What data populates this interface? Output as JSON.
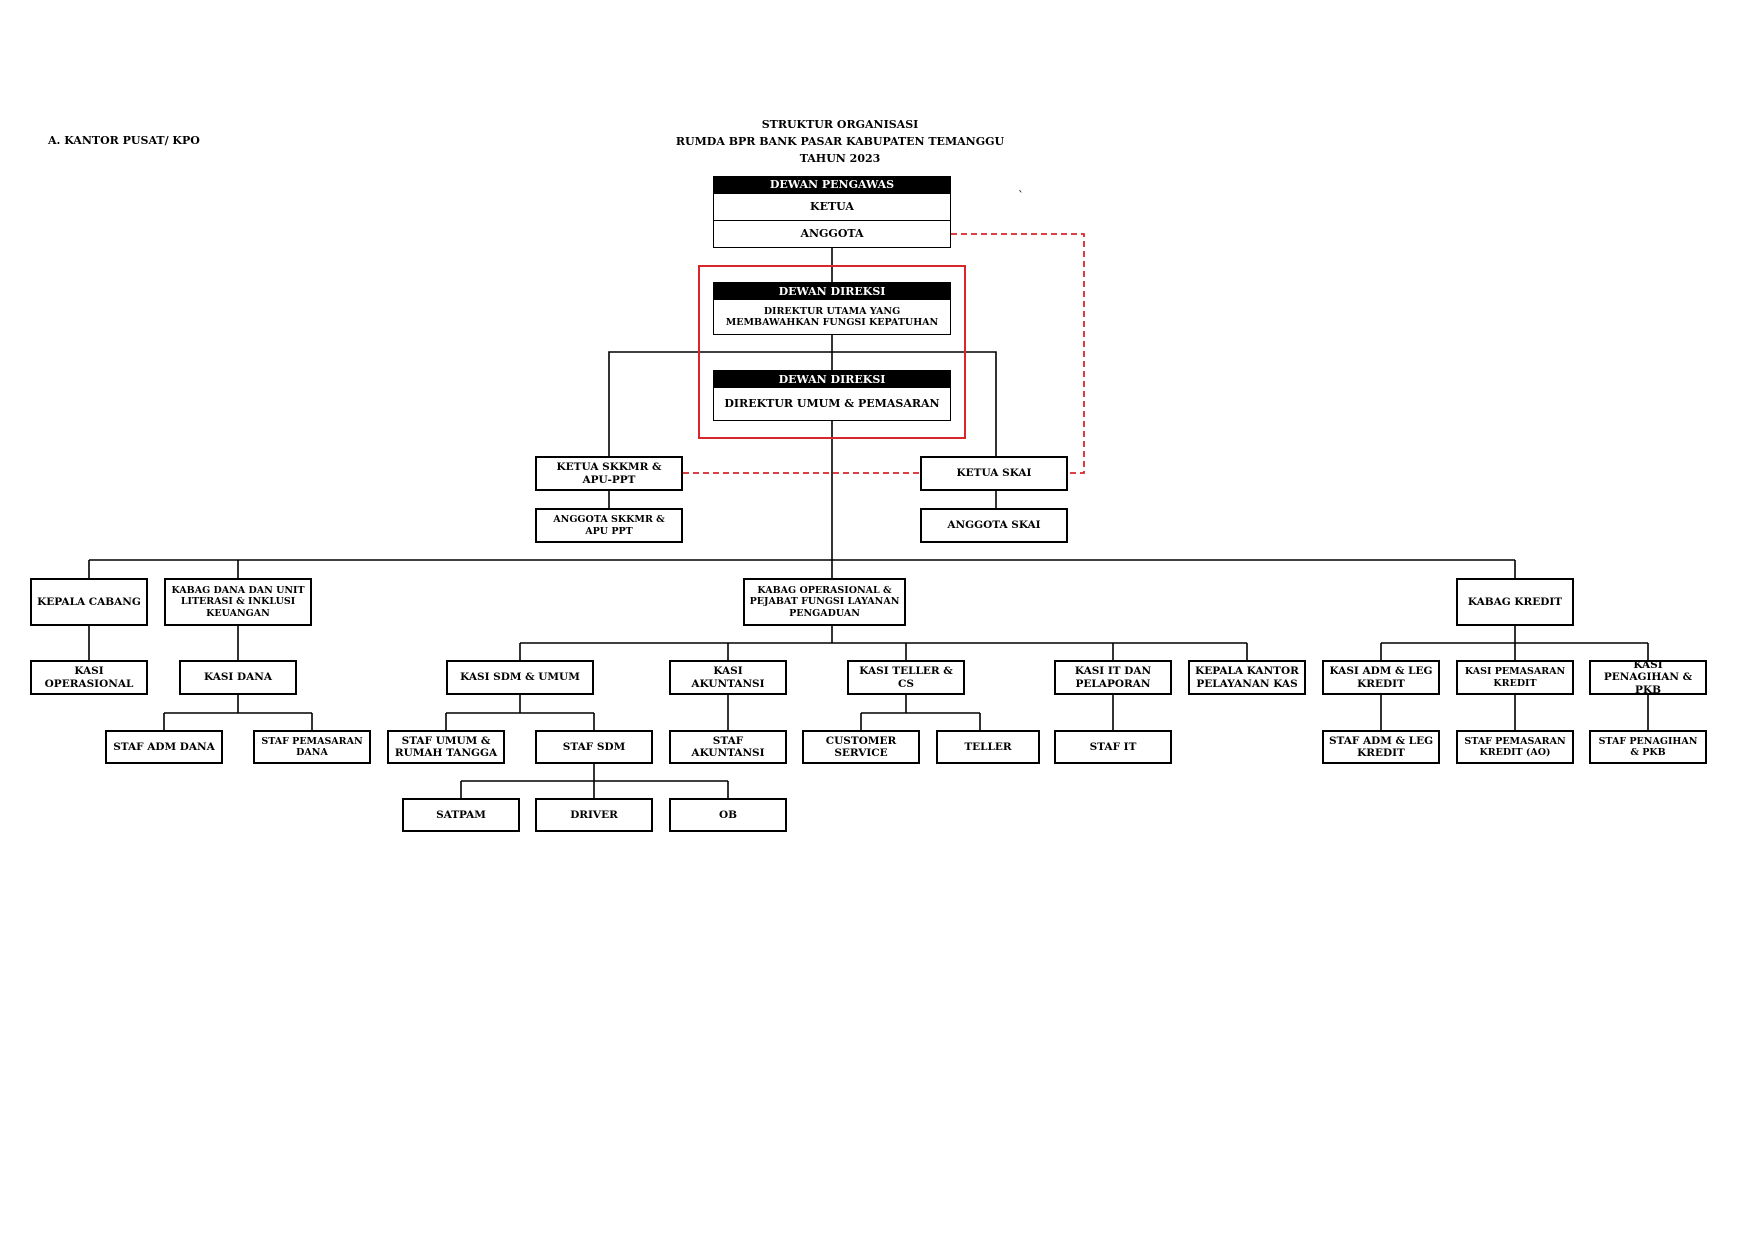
{
  "header": {
    "section_label": "A. KANTOR PUSAT/  KPO",
    "title_line1": "STRUKTUR ORGANISASI",
    "title_line2": "RUMDA BPR BANK PASAR KABUPATEN TEMANGGU",
    "title_line3": "TAHUN 2023",
    "stray_mark": "`"
  },
  "colors": {
    "line": "#000000",
    "dashed_link": "#d8262a",
    "direksi_frame": "#d8262a"
  },
  "dewan_pengawas": {
    "header": "DEWAN PENGAWAS",
    "ketua": "KETUA",
    "anggota": "ANGGOTA"
  },
  "direksi_utama": {
    "header": "DEWAN DIREKSI",
    "title": "DIREKTUR UTAMA  YANG MEMBAWAHKAN FUNGSI KEPATUHAN"
  },
  "direksi_umum": {
    "header": "DEWAN DIREKSI",
    "title": "DIREKTUR  UMUM & PEMASARAN"
  },
  "skkmr": {
    "ketua": "KETUA SKKMR & APU-PPT",
    "anggota": "ANGGOTA SKKMR & APU PPT"
  },
  "skai": {
    "ketua": "KETUA  SKAI",
    "anggota": "ANGGOTA  SKAI"
  },
  "units": {
    "kepala_cabang": "KEPALA CABANG",
    "kasi_operasional": "KASI OPERASIONAL",
    "kabag_dana": "KABAG DANA DAN UNIT LITERASI & INKLUSI KEUANGAN",
    "kasi_dana": "KASI DANA",
    "staf_adm_dana": "STAF ADM DANA",
    "staf_pemasaran_dana": "STAF PEMASARAN DANA",
    "kabag_operasional": "KABAG OPERASIONAL & PEJABAT FUNGSI LAYANAN PENGADUAN",
    "kasi_sdm_umum": "KASI SDM & UMUM",
    "staf_umum_rt": "STAF UMUM & RUMAH TANGGA",
    "staf_sdm": "STAF SDM",
    "satpam": "SATPAM",
    "driver": "DRIVER",
    "ob": "OB",
    "kasi_akuntansi": "KASI AKUNTANSI",
    "staf_akuntansi": "STAF  AKUNTANSI",
    "kasi_teller_cs": "KASI  TELLER  &  CS",
    "customer_service": "CUSTOMER SERVICE",
    "teller": "TELLER",
    "kasi_it": "KASI IT DAN PELAPORAN",
    "staf_it": "STAF  IT",
    "kepala_kantor_kas": "KEPALA KANTOR PELAYANAN KAS",
    "kabag_kredit": "KABAG KREDIT",
    "kasi_adm_leg": "KASI ADM & LEG KREDIT",
    "staf_adm_leg": "STAF ADM & LEG KREDIT",
    "kasi_pemasaran_kredit": "KASI PEMASARAN KREDIT",
    "staf_pemasaran_kredit": "STAF PEMASARAN KREDIT (AO)",
    "kasi_penagihan": "KASI PENAGIHAN  &  PKB",
    "staf_penagihan": "STAF PENAGIHAN & PKB"
  }
}
